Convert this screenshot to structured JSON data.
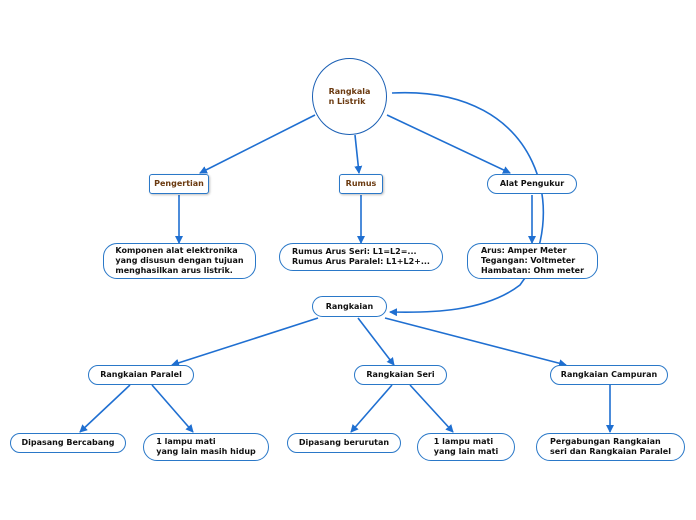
{
  "colors": {
    "connector": "#1f6fd1",
    "border": "#2a78c8",
    "accent_text": "#6b3a10"
  },
  "nodes": {
    "root": "Rangkala\nn Listrik",
    "pengertian": "Pengertian",
    "rumus": "Rumus",
    "alat_pengukur": "Alat Pengukur",
    "pengertian_desc": "Komponen alat elektronika\nyang disusun dengan tujuan\nmenghasilkan arus listrik.",
    "rumus_desc": "Rumus Arus Seri: L1=L2=...\nRumus Arus Paralel: L1+L2+...",
    "alat_desc": "Arus: Amper Meter\nTegangan: Voltmeter\nHambatan: Ohm meter",
    "rangkaian": "Rangkaian",
    "paralel": "Rangkaian Paralel",
    "seri": "Rangkaian Seri",
    "campuran": "Rangkaian Campuran",
    "paralel_a": "Dipasang Bercabang",
    "paralel_b": "1 lampu mati\nyang lain masih hidup",
    "seri_a": "Dipasang berurutan",
    "seri_b": "1 lampu mati\nyang lain mati",
    "campuran_desc": "Pergabungan Rangkaian\nseri dan Rangkaian Paralel"
  }
}
